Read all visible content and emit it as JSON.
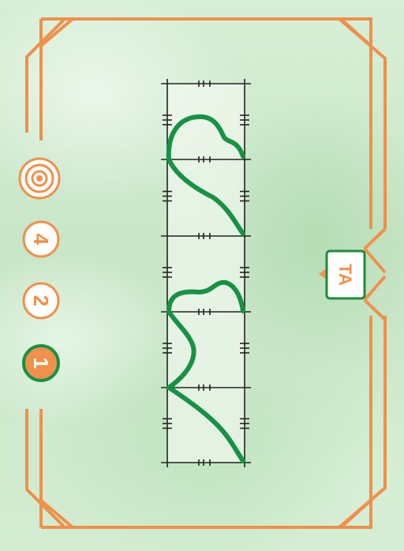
{
  "card": {
    "markers": [
      {
        "kind": "target",
        "icon": "target-icon",
        "label": ""
      },
      {
        "kind": "number",
        "label": "4"
      },
      {
        "kind": "number",
        "label": "2"
      },
      {
        "kind": "number",
        "label": "1",
        "filled": true
      }
    ],
    "tag": {
      "label": "TA"
    },
    "colors": {
      "accent": "#f0904a",
      "line": "#179245",
      "grid": "#222222",
      "tag_border": "#1f8a3c",
      "paper": "#f2f8f0"
    }
  }
}
